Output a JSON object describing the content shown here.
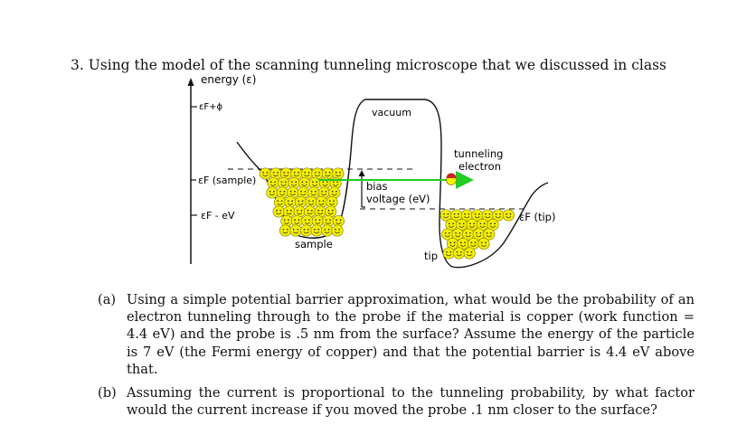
{
  "question": {
    "title": "3. Using the model of the scanning tunneling microscope that we discussed in class"
  },
  "diagram": {
    "axis_label": "energy (ε)",
    "tick_top": "εF+ϕ",
    "tick_fermi_sample": "εF (sample)",
    "tick_lower": "εF - eV",
    "vacuum_label": "vacuum",
    "tunneling_label_line1": "tunneling",
    "tunneling_label_line2": "electron",
    "bias_label_line1": "bias",
    "bias_label_line2": "voltage (eV)",
    "tip_fermi_label": "εF (tip)",
    "sample_label": "sample",
    "tip_label": "tip",
    "colors": {
      "electron_fill": "#f5f000",
      "electron_outline": "#8a8400",
      "arrow": "#22cc22",
      "tunneling_electron": "#cc2222"
    }
  },
  "parts": [
    {
      "label": "(a)",
      "text": "Using a simple potential barrier approximation, what would be the probability of an electron tunneling through to the probe if the material is copper (work function = 4.4 eV) and the probe is .5 nm from the surface? Assume the energy of the particle is 7 eV (the Fermi energy of copper) and that the potential barrier is 4.4 eV above that."
    },
    {
      "label": "(b)",
      "text": "Assuming the current is proportional to the tunneling probability, by what factor would the current increase if you moved the probe .1 nm closer to the surface?"
    }
  ]
}
